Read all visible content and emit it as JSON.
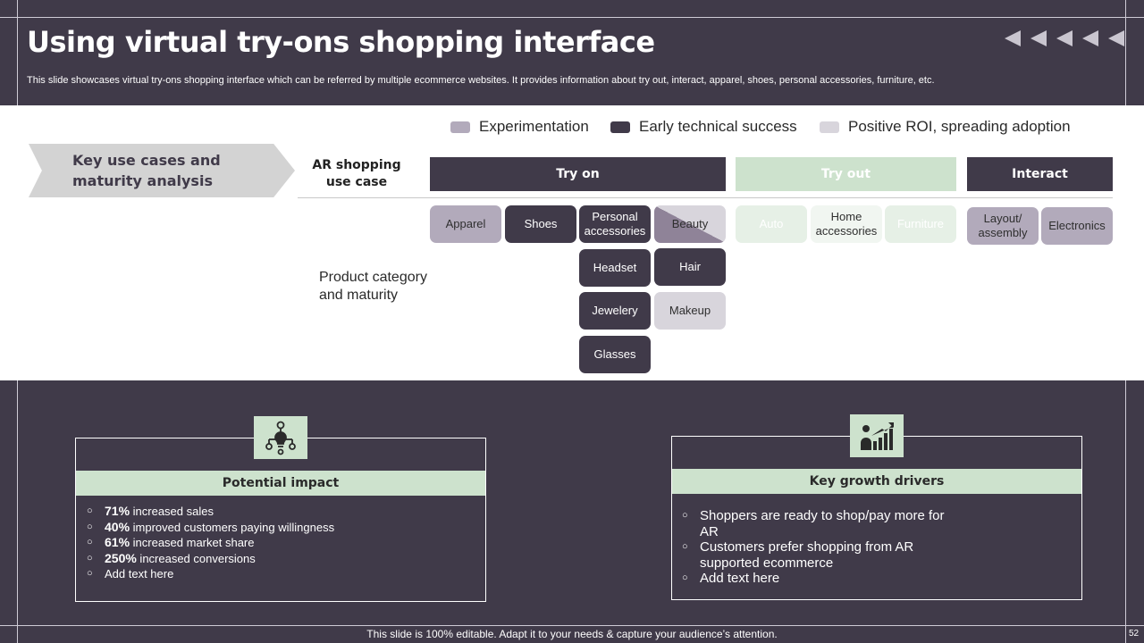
{
  "header": {
    "title": "Using virtual try-ons shopping interface",
    "subtitle": "This slide showcases virtual try-ons shopping interface which can be referred by multiple ecommerce websites. It provides information about try out, interact, apparel, shoes, personal accessories, furniture, etc."
  },
  "nav": {
    "icon": "back-arrows-icon"
  },
  "legend": [
    {
      "label": "Experimentation",
      "color": "#b2aabb"
    },
    {
      "label": "Early technical success",
      "color": "#403a49"
    },
    {
      "label": "Positive ROI, spreading adoption",
      "color": "#d8d5dc"
    }
  ],
  "section": {
    "chevron_label": "Key use cases and maturity analysis",
    "use_case_label": "AR shopping use case",
    "product_label": "Product category and maturity"
  },
  "columns": [
    {
      "label": "Try on",
      "color": "#403a49"
    },
    {
      "label": "Try out",
      "color": "#cde2cd"
    },
    {
      "label": "Interact",
      "color": "#403a49"
    }
  ],
  "cells": {
    "apparel": "Apparel",
    "shoes": "Shoes",
    "personal_accessories": "Personal accessories",
    "beauty": "Beauty",
    "headset": "Headset",
    "hair": "Hair",
    "jewelery": "Jewelery",
    "makeup": "Makeup",
    "glasses": "Glasses",
    "auto": "Auto",
    "home_accessories": "Home accessories",
    "furniture": "Furniture",
    "layout_assembly": "Layout/ assembly",
    "electronics": "Electronics"
  },
  "potential_impact": {
    "title": "Potential impact",
    "icon": "network-idea-icon",
    "items": [
      {
        "value": "71%",
        "text": " increased sales"
      },
      {
        "value": "40%",
        "text": " improved  customers paying willingness"
      },
      {
        "value": "61%",
        "text": " increased market share"
      },
      {
        "value": "250%",
        "text": " increased conversions"
      },
      {
        "value": "",
        "text": "Add text here"
      }
    ]
  },
  "growth_drivers": {
    "title": "Key growth drivers",
    "icon": "growth-chart-icon",
    "items": [
      "Shoppers are ready to shop/pay more for AR",
      "Customers prefer shopping from AR supported ecommerce",
      "Add text here"
    ]
  },
  "footer": {
    "text": "This slide is 100% editable. Adapt it to your needs & capture your audience’s attention.",
    "page": "52"
  }
}
